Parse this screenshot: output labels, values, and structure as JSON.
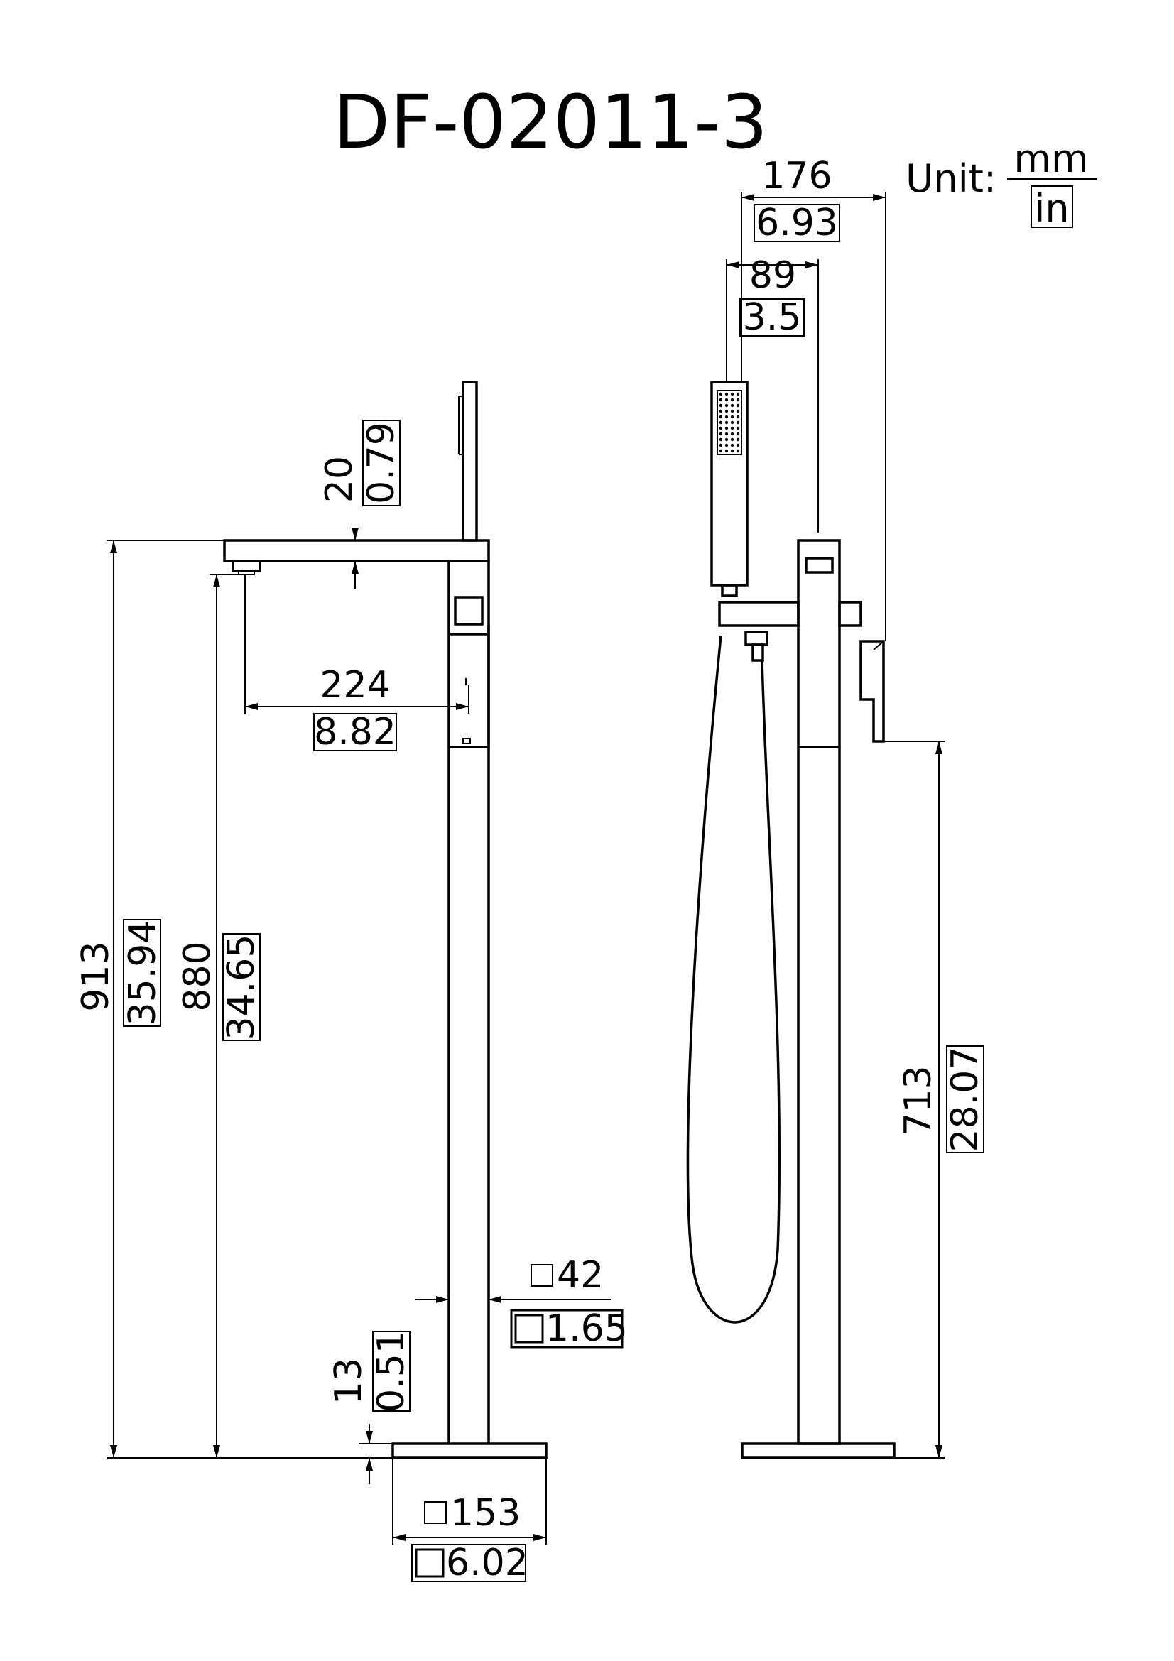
{
  "title": "DF-02011-3",
  "unit": {
    "label": "Unit:",
    "primary": "mm",
    "secondary": "in"
  },
  "dimensions": {
    "top_width_mm": "176",
    "top_width_in": "6.93",
    "hand_shower_offset_mm": "89",
    "hand_shower_offset_in": "3.5",
    "spout_thickness_mm": "20",
    "spout_thickness_in": "0.79",
    "spout_reach_mm": "224",
    "spout_reach_in": "8.82",
    "total_height_mm": "913",
    "total_height_in": "35.94",
    "spout_height_mm": "880",
    "spout_height_in": "34.65",
    "lever_height_mm": "713",
    "lever_height_in": "28.07",
    "column_size_mm": "42",
    "column_size_in": "1.65",
    "base_thickness_mm": "13",
    "base_thickness_in": "0.51",
    "base_size_mm": "153",
    "base_size_in": "6.02"
  }
}
